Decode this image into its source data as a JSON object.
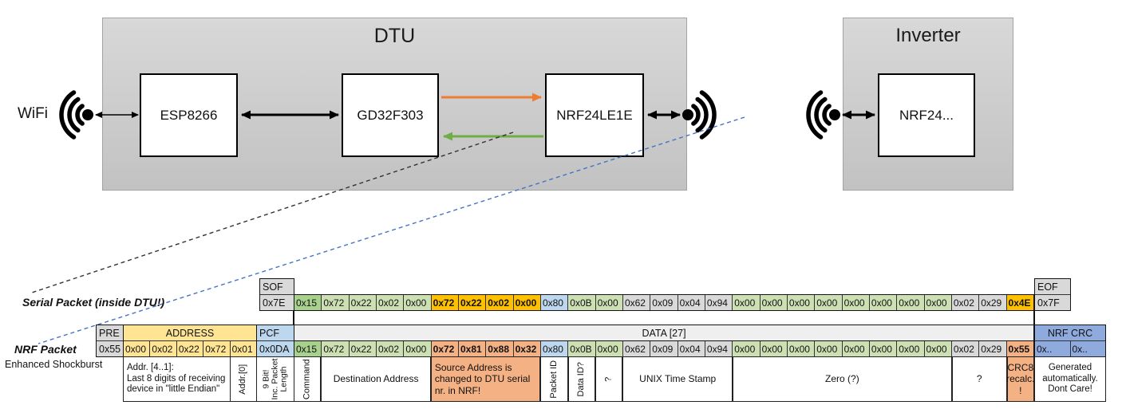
{
  "diagram": {
    "wifi_label": "WiFi",
    "dtu": {
      "title": "DTU",
      "chips": [
        "ESP8266",
        "GD32F303",
        "NRF24LE1E"
      ]
    },
    "inverter": {
      "title": "Inverter",
      "chip": "NRF24..."
    },
    "colors": {
      "uart_tx_arrow": "#ED7D31",
      "uart_rx_arrow": "#70AD47",
      "nrf_dash": "#4472C4",
      "serial_dash": "#333333"
    }
  },
  "serial_packet": {
    "label": "Serial Packet (inside DTU!)",
    "sof_header": "SOF",
    "sof_value": "0x7E",
    "eof_header": "EOF",
    "eof_value": "0x7F",
    "bytes": [
      {
        "v": "0x15",
        "c": "greendark"
      },
      {
        "v": "0x72",
        "c": "green"
      },
      {
        "v": "0x22",
        "c": "green"
      },
      {
        "v": "0x02",
        "c": "green"
      },
      {
        "v": "0x00",
        "c": "green"
      },
      {
        "v": "0x72",
        "c": "gold"
      },
      {
        "v": "0x22",
        "c": "gold"
      },
      {
        "v": "0x02",
        "c": "gold"
      },
      {
        "v": "0x00",
        "c": "gold"
      },
      {
        "v": "0x80",
        "c": "blue"
      },
      {
        "v": "0x0B",
        "c": "green"
      },
      {
        "v": "0x00",
        "c": "green"
      },
      {
        "v": "0x62",
        "c": "gray"
      },
      {
        "v": "0x09",
        "c": "gray"
      },
      {
        "v": "0x04",
        "c": "gray"
      },
      {
        "v": "0x94",
        "c": "gray"
      },
      {
        "v": "0x00",
        "c": "green"
      },
      {
        "v": "0x00",
        "c": "green"
      },
      {
        "v": "0x00",
        "c": "green"
      },
      {
        "v": "0x00",
        "c": "green"
      },
      {
        "v": "0x00",
        "c": "green"
      },
      {
        "v": "0x00",
        "c": "green"
      },
      {
        "v": "0x00",
        "c": "green"
      },
      {
        "v": "0x00",
        "c": "green"
      },
      {
        "v": "0x02",
        "c": "gray"
      },
      {
        "v": "0x29",
        "c": "gray"
      },
      {
        "v": "0x4E",
        "c": "gold"
      }
    ]
  },
  "nrf_packet": {
    "label": "NRF Packet",
    "sublabel": "Enhanced Shockburst",
    "pre_header": "PRE",
    "pre_value": "0x55",
    "address_header": "ADDRESS",
    "address_values": [
      "0x00",
      "0x02",
      "0x22",
      "0x72",
      "0x01"
    ],
    "pcf_header": "PCF",
    "pcf_value": "0x0DA",
    "data_header": "DATA [27]",
    "bytes": [
      {
        "v": "0x15",
        "c": "greendark"
      },
      {
        "v": "0x72",
        "c": "green"
      },
      {
        "v": "0x22",
        "c": "green"
      },
      {
        "v": "0x02",
        "c": "green"
      },
      {
        "v": "0x00",
        "c": "green"
      },
      {
        "v": "0x72",
        "c": "salmon"
      },
      {
        "v": "0x81",
        "c": "salmon"
      },
      {
        "v": "0x88",
        "c": "salmon"
      },
      {
        "v": "0x32",
        "c": "salmon"
      },
      {
        "v": "0x80",
        "c": "blue"
      },
      {
        "v": "0x0B",
        "c": "green"
      },
      {
        "v": "0x00",
        "c": "green"
      },
      {
        "v": "0x62",
        "c": "gray"
      },
      {
        "v": "0x09",
        "c": "gray"
      },
      {
        "v": "0x04",
        "c": "gray"
      },
      {
        "v": "0x94",
        "c": "gray"
      },
      {
        "v": "0x00",
        "c": "green"
      },
      {
        "v": "0x00",
        "c": "green"
      },
      {
        "v": "0x00",
        "c": "green"
      },
      {
        "v": "0x00",
        "c": "green"
      },
      {
        "v": "0x00",
        "c": "green"
      },
      {
        "v": "0x00",
        "c": "green"
      },
      {
        "v": "0x00",
        "c": "green"
      },
      {
        "v": "0x00",
        "c": "green"
      },
      {
        "v": "0x02",
        "c": "gray"
      },
      {
        "v": "0x29",
        "c": "gray"
      },
      {
        "v": "0x55",
        "c": "salmon"
      }
    ],
    "crc_header": "NRF CRC",
    "crc_values": [
      "0x..",
      "0x.."
    ]
  },
  "annotations": {
    "addr_note": "Addr. [4..1]:\nLast 8 digits of receiving\ndevice in \"little Endian\"",
    "addr0_note": "Addr.[0]",
    "pcf_note": "9 Bit!\nInc. Packet\nLength",
    "data_notes": [
      {
        "text": "Command",
        "span": 1,
        "vertical": true
      },
      {
        "text": "Destination Address",
        "span": 4
      },
      {
        "text": "Source Address is changed to DTU serial nr. in NRF!",
        "span": 4,
        "c": "salmon",
        "align": "left"
      },
      {
        "text": "Packet ID",
        "span": 1,
        "vertical": true
      },
      {
        "text": "Data ID?",
        "span": 1,
        "vertical": true
      },
      {
        "text": "?",
        "span": 1,
        "vertical": true
      },
      {
        "text": "UNIX Time Stamp",
        "span": 4
      },
      {
        "text": "Zero (?)",
        "span": 8
      },
      {
        "text": "?",
        "span": 2
      },
      {
        "text": "CRC8 recalc. !",
        "span": 1,
        "c": "salmon"
      }
    ],
    "crc_note": "Generated automatically. Dont Care!"
  }
}
